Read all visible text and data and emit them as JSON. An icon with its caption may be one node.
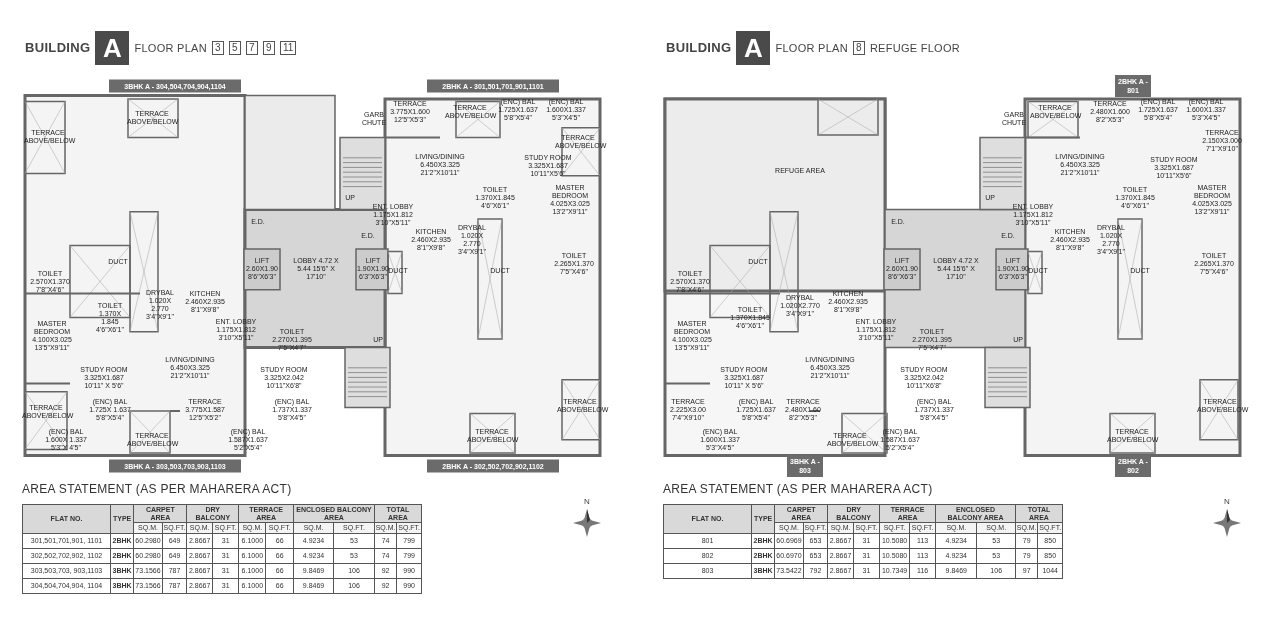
{
  "diagram": {
    "labels": [
      "BUILDING",
      "A",
      "FLOOR PLAN",
      "3",
      "5",
      "7",
      "9",
      "11",
      "BUILDING",
      "A",
      "FLOOR PLAN",
      "8",
      "REFUGE FLOOR",
      "3BHK A - 304,504,704,904,1104",
      "2BHK A - 301,501,701,901,1101",
      "TERRACE ABOVE/BELOW",
      "TERRACE ABOVE/BELOW",
      "GARB CHUTE",
      "TERRACE 3.775X1.600 12'5\"X5'3\"",
      "TERRACE ABOVE/BELOW",
      "(ENC) BAL 1.725X1.637 5'8\"X5'4\"",
      "(ENC) BAL 1.600X1.337 5'3\"X4'5\"",
      "TERRACE ABOVE/BELOW",
      "LIVING/DINING 6.450X3.325 21'2\"X10'11\"",
      "STUDY ROOM 3.325X1.687 10'11\"X5'6\"",
      "TOILET 1.370X1.845 4'6\"X6'1\"",
      "MASTER BEDROOM 4.025X3.025 13'2\"X9'11\"",
      "UP",
      "ENT. LOBBY 1.175X1.812 3'10\"X5'11\"",
      "E.D.",
      "E.D.",
      "KITCHEN 2.460X2.935 8'1\"X9'8\"",
      "DRYBAL 1.020X 2.770 3'4\"X9'1\"",
      "LIFT 2.60X1.90 8'6\"X6'3\"",
      "LOBBY 4.72 X 5.44 15'6\" X 17'10\"",
      "LIFT 1.90X1.90 6'3\"X6'3\"",
      "DUCT",
      "DUCT",
      "DUCT",
      "TOILET 2.570X1.370 7'8\"X4'6\"",
      "TOILET 2.265X1.370 7'5\"X4'6\"",
      "DRYBAL 1.020X 2.770 3'4\"X9'1\"",
      "KITCHEN 2.460X2.935 8'1\"X9'8\"",
      "TOILET 1.370X 1.845 4'6\"X6'1\"",
      "ENT. LOBBY 1.175X1.812 3'10\"X5'11\"",
      "MASTER BEDROOM 4.100X3.025 13'5\"X9'11\"",
      "UP",
      "TOILET 2.270X1.395 7'5\"X4'7\"",
      "LIVING/DINING 6.450X3.325 21'2\"X10'11\"",
      "STUDY ROOM 3.325X1.687 10'11\" X 5'6\"",
      "STUDY ROOM 3.325X2.042 10'11\"X6'8\"",
      "TERRACE ABOVE/BELOW",
      "TERRACE ABOVE/BELOW",
      "(ENC) BAL 1.600X 1.337 5'3\"X 4'5\"",
      "(ENC) BAL 1.725X 1.637 5'8\"X5'4\"",
      "TERRACE ABOVE/BELOW",
      "TERRACE 3.775X1.587 12'5\"X5'2\"",
      "(ENC) BAL 1.587X1.637 5'2\"X5'4\"",
      "(ENC) BAL 1.737X1.337 5'8\"X4'5\"",
      "TERRACE ABOVE/BELOW",
      "3BHK A - 303,503,703,903,1103",
      "2BHK A - 302,502,702,902,1102",
      "2BHK A - 801",
      "REFUGE AREA",
      "GARB CHUTE",
      "TERRACE ABOVE/BELOW",
      "TERRACE 2.480X1.600 8'2\"X5'3\"",
      "(ENC) BAL 1.725X1.637 5'8\"X5'4\"",
      "(ENC) BAL 1.600X1.337 5'3\"X4'5\"",
      "TERRACE 2.150X3.000 7'1\"X9'10\"",
      "LIVING/DINING 6.450X3.325 21'2\"X10'11\"",
      "STUDY ROOM 3.325X1.687 10'11\"X5'6\"",
      "TOILET 1.370X1.845 4'6\"X6'1\"",
      "MASTER BEDROOM 4.025X3.025 13'2\"X9'11\"",
      "UP",
      "ENT. LOBBY 1.175X1.812 3'10\"X5'11\"",
      "E.D.",
      "E.D.",
      "KITCHEN 2.460X2.935 8'1\"X9'8\"",
      "DRYBAL 1.020X 2.770 3'4\"X9'1\"",
      "LIFT 2.60X1.90 8'6\"X6'3\"",
      "LOBBY 4.72 X 5.44 15'6\" X 17'10\"",
      "LIFT 1.90X1.90 6'3\"X6'3\"",
      "DUCT",
      "DUCT",
      "DUCT",
      "TOILET 2.570X1.370 7'8\"X4'6\"",
      "TOILET 2.265X1.370 7'5\"X4'6\"",
      "TOILET 1.370X1.845 4'6\"X6'1\"",
      "DRYBAL 1.020X2.770 3'4\"X9'1\"",
      "KITCHEN 2.460X2.935 8'1\"X9'8\"",
      "ENT. LOBBY 1.175X1.812 3'10\"X5'11\"",
      "MASTER BEDROOM 4.100X3.025 13'5\"X9'11\"",
      "UP",
      "TOILET 2.270X1.395 7'5\"X4'7\"",
      "LIVING/DINING 6.450X3.325 21'2\"X10'11\"",
      "STUDY ROOM 3.325X1.687 10'11\" X 5'6\"",
      "STUDY ROOM 3.325X2.042 10'11\"X6'8\"",
      "TERRACE 2.225X3.00 7'4\"X9'10\"",
      "TERRACE ABOVE/BELOW",
      "(ENC) BAL 1.600X1.337 5'3\"X4'5\"",
      "(ENC) BAL 1.725X1.637 5'8\"X5'4\"",
      "TERRACE 2.480X1.60 8'2\"X5'3\"",
      "TERRACE ABOVE/BELOW",
      "(ENC) BAL 1.587X1.637 5'2\"X5'4\"",
      "(ENC) BAL 1.737X1.337 5'8\"X4'5\"",
      "TERRACE ABOVE/BELOW",
      "3BHK A - 803",
      "2BHK A - 802",
      "AREA STATEMENT (AS PER MAHARERA ACT)",
      "FLAT NO.",
      "TYPE",
      "CARPET AREA",
      "DRY BALCONY",
      "TERRACE AREA",
      "ENCLOSED BALCONY AREA",
      "TOTAL AREA",
      "SQ.M.",
      "SQ.FT.",
      "SQ.M.",
      "SQ.FT.",
      "SQ.M.",
      "SQ.FT.",
      "SQ.M.",
      "SQ.FT.",
      "SQ.M.",
      "SQ.FT.",
      "301,501,701,901, 1101",
      "2BHK",
      "60.2980",
      "649",
      "2.8667",
      "31",
      "6.1000",
      "66",
      "4.9234",
      "53",
      "74",
      "799",
      "302,502,702,902, 1102",
      "2BHK",
      "60.2980",
      "649",
      "2.8667",
      "31",
      "6.1000",
      "66",
      "4.9234",
      "53",
      "74",
      "799",
      "303,503,703, 903,1103",
      "3BHK",
      "73.1566",
      "787",
      "2.8667",
      "31",
      "6.1000",
      "66",
      "9.8469",
      "106",
      "92",
      "990",
      "304,504,704,904, 1104",
      "3BHK",
      "73.1566",
      "787",
      "2.8667",
      "31",
      "6.1000",
      "66",
      "9.8469",
      "106",
      "92",
      "990",
      "N",
      "AREA STATEMENT (AS PER MAHARERA ACT)",
      "FLAT NO.",
      "TYPE",
      "CARPET AREA",
      "DRY BALCONY",
      "TERRACE AREA",
      "ENCLOSED BALCONY AREA",
      "TOTAL AREA",
      "SQ.M.",
      "SQ.FT.",
      "SQ.M.",
      "SQ.FT.",
      "SQ.FT.",
      "SQ.FT.",
      "SQ.M.",
      "SQ.M.",
      "SQ.M.",
      "SQ.FT.",
      "801",
      "2BHK",
      "60.6969",
      "653",
      "2.8667",
      "31",
      "10.5080",
      "113",
      "4.9234",
      "53",
      "79",
      "850",
      "802",
      "2BHK",
      "60.6970",
      "653",
      "2.8667",
      "31",
      "10.5080",
      "113",
      "4.9234",
      "53",
      "79",
      "850",
      "803",
      "3BHK",
      "73.5422",
      "792",
      "2.8667",
      "31",
      "10.7349",
      "116",
      "9.8469",
      "106",
      "97",
      "1044",
      "N"
    ]
  }
}
